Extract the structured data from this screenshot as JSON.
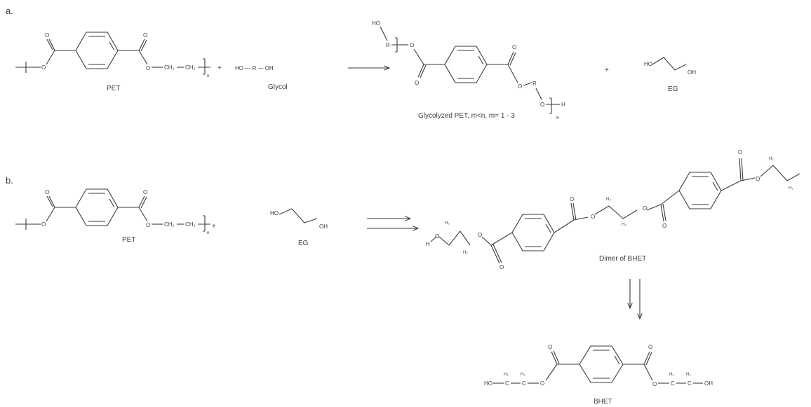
{
  "panels": {
    "a": "a.",
    "b": "b."
  },
  "atoms": {
    "O": "O",
    "H": "H",
    "R": "R",
    "m": "m",
    "n": "n",
    "HO": "HO",
    "OH": "OH",
    "ch2": "CH₂",
    "h2": "H₂",
    "C": "C"
  },
  "reaction_a": {
    "plus": "+",
    "pet": "PET",
    "glycol": "Glycol",
    "glycol_formula": "HO — R — OH",
    "product": "Glycolyzed PET, m<n, m= 1 - 3",
    "eg": "EG"
  },
  "reaction_b": {
    "plus": "+",
    "pet": "PET",
    "eg": "EG",
    "dimer": "Dimer of BHET",
    "bhet": "BHET"
  },
  "colors": {
    "ink": "#3a3a3a",
    "background": "#ffffff"
  }
}
